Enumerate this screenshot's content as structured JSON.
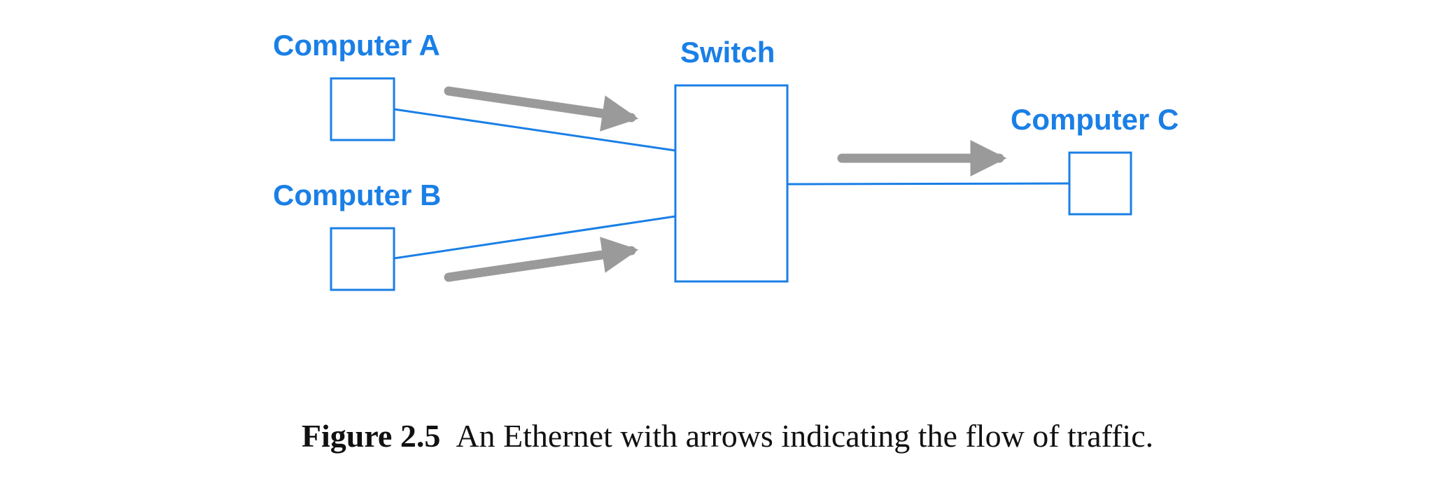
{
  "nodes": {
    "computer_a": {
      "label": "Computer A"
    },
    "computer_b": {
      "label": "Computer B"
    },
    "switch": {
      "label": "Switch"
    },
    "computer_c": {
      "label": "Computer C"
    }
  },
  "caption": {
    "label": "Figure 2.5",
    "text": "An Ethernet with arrows indicating the flow of traffic."
  },
  "colors": {
    "network": "#1a7fe6",
    "traffic": "#9a9a9a"
  }
}
